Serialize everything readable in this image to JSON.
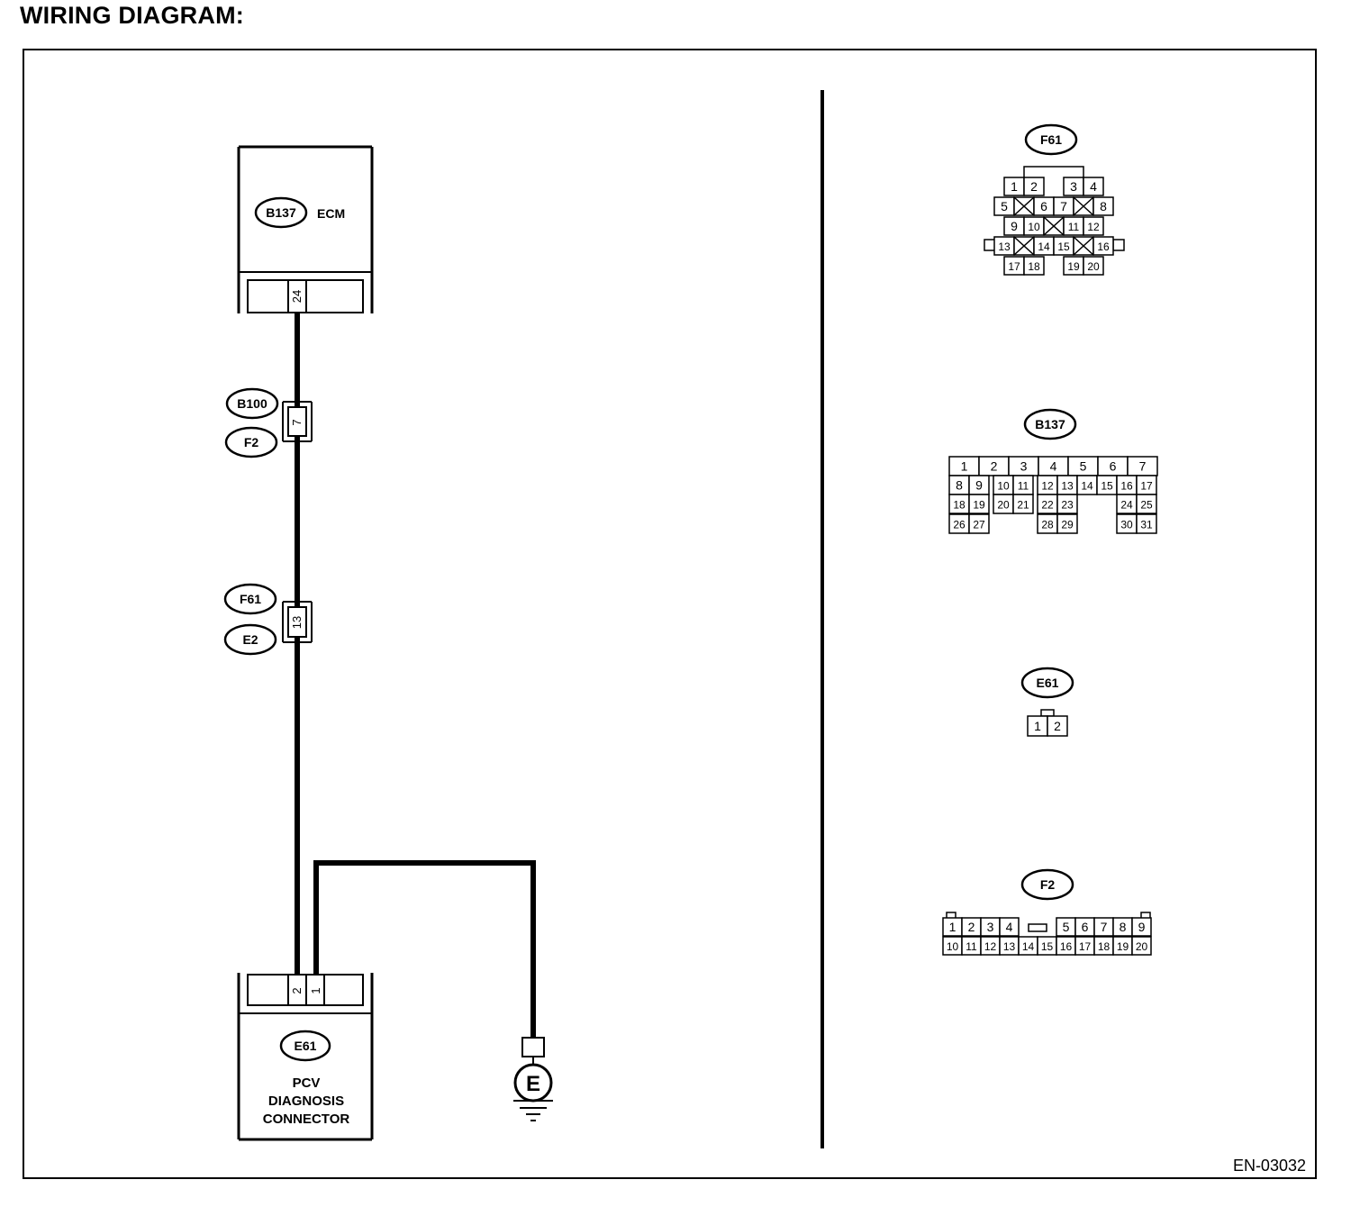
{
  "page": {
    "title": "WIRING DIAGRAM:",
    "code": "EN-03032"
  },
  "ecm": {
    "connector": "B137",
    "name": "ECM",
    "pin": "24"
  },
  "joint1": {
    "top": "B100",
    "bottom": "F2",
    "pin": "7"
  },
  "joint2": {
    "top": "F61",
    "bottom": "E2",
    "pin": "13"
  },
  "pcv": {
    "connector": "E61",
    "line1": "PCV",
    "line2": "DIAGNOSIS",
    "line3": "CONNECTOR",
    "pin_a": "2",
    "pin_b": "1"
  },
  "ground": {
    "label": "E"
  },
  "connector_views": [
    {
      "id": "F61",
      "rows": [
        [
          "1",
          "2",
          "",
          "3",
          "4"
        ],
        [
          "5",
          "X",
          "6",
          "7",
          "X",
          "8"
        ],
        [
          "9",
          "10",
          "X",
          "11",
          "12"
        ],
        [
          "13",
          "X",
          "14",
          "15",
          "X",
          "16"
        ],
        [
          "17",
          "18",
          "",
          "19",
          "20"
        ]
      ]
    },
    {
      "id": "B137",
      "rows": [
        [
          "1",
          "2",
          "3",
          "4",
          "5",
          "6",
          "7"
        ],
        [
          "8",
          "9",
          "10",
          "11",
          "12",
          "13",
          "14",
          "15",
          "16",
          "17"
        ],
        [
          "18",
          "19",
          "20",
          "21",
          "22",
          "23",
          "24",
          "25"
        ],
        [
          "26",
          "27",
          "28",
          "29",
          "30",
          "31"
        ]
      ]
    },
    {
      "id": "E61",
      "rows": [
        [
          "1",
          "2"
        ]
      ]
    },
    {
      "id": "F2",
      "rows": [
        [
          "1",
          "2",
          "3",
          "4",
          "5",
          "6",
          "7",
          "8",
          "9"
        ],
        [
          "10",
          "11",
          "12",
          "13",
          "14",
          "15",
          "16",
          "17",
          "18",
          "19",
          "20"
        ]
      ]
    }
  ]
}
